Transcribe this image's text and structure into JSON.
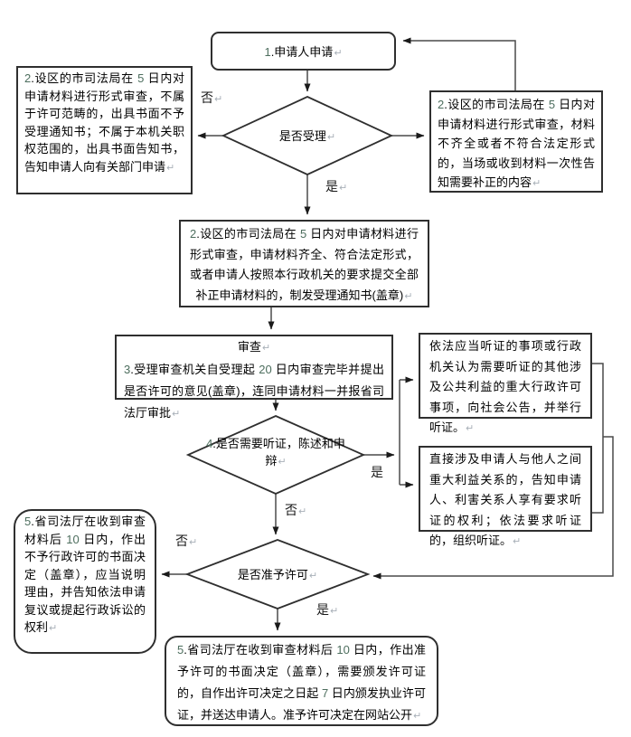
{
  "marks": {
    "pilcrow": "↵"
  },
  "colors": {
    "line": "#4a4a4a",
    "arrowhead": "#1a1a1a",
    "box_border": "#2f2f2f",
    "text": "#000000",
    "digit_tint": "#4d6e5e",
    "paragraph_mark": "#a8b0b8"
  },
  "flowchart": {
    "nodes": {
      "start": {
        "text": "1.申请人申请"
      },
      "reject_notice": {
        "text": "2.设区的市司法局在 5 日内对申请材料进行形式审查，不属于许可范畴的，出具书面不予受理通知书；不属于本机关职权范围的，出具书面告知书，告知申请人向有关部门申请"
      },
      "accept_decision": {
        "text": "是否受理"
      },
      "supplement": {
        "text": "2.设区的市司法局在 5 日内对申请材料进行形式审查，材料不齐全或者不符合法定形式的，当场或收到材料一次性告知需要补正的内容"
      },
      "accept_notice": {
        "text": "2.设区的市司法局在 5 日内对申请材料进行形式审查，申请材料齐全、符合法定形式，或者申请人按照本行政机关的要求提交全部补正申请材料的，制发受理通知书(盖章)"
      },
      "review": {
        "title": "审查",
        "text": "3.受理审查机关自受理起 20 日内审查完毕并提出是否许可的意见(盖章)，连同申请材料一并报省司法厅审批"
      },
      "hearing_public": {
        "text": "依法应当听证的事项或行政机关认为需要听证的其他涉及公共利益的重大行政许可事项，向社会公告，并举行听证。"
      },
      "hearing_decision": {
        "text": "4.是否需要听证，陈述和申辩"
      },
      "hearing_interest": {
        "text": "直接涉及申请人与他人之间重大利益关系的，告知申请人、利害关系人享有要求听证的权利；依法要求听证的，组织听证。"
      },
      "refuse": {
        "text": "5.省司法厅在收到审查材料后 10 日内，作出不予行政许可的书面决定（盖章），应当说明理由，并告知依法申请复议或提起行政诉讼的权利"
      },
      "grant_decision": {
        "text": "是否准予许可"
      },
      "grant": {
        "text": "5.省司法厅在收到审查材料后 10 日内，作出准予许可的书面决定（盖章），需要颁发许可证的，自作出许可决定之日起 7 日内颁发执业许可证，并送达申请人。准予许可决定在网站公开"
      }
    },
    "labels": {
      "no1": "否",
      "yes1": "是",
      "yes2": "是",
      "no2": "否",
      "no3": "否",
      "yes3": "是"
    }
  }
}
